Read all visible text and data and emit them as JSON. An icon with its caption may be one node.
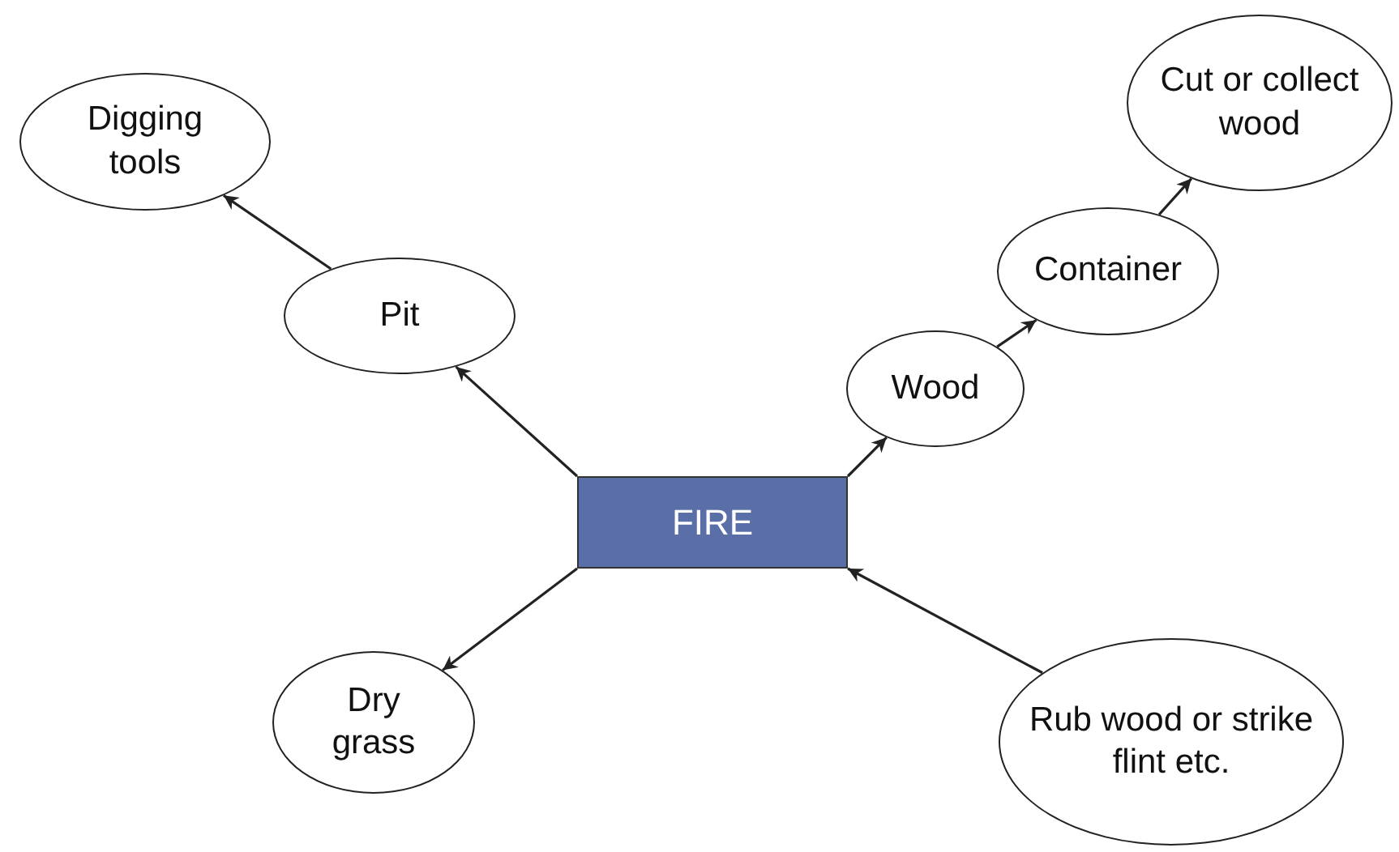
{
  "diagram": {
    "nodes": [
      {
        "text": [
          "Cut or collect wood"
        ]
      },
      {
        "text": [
          "Digging tools"
        ]
      },
      {
        "text": [
          "Container"
        ]
      },
      {
        "text": [
          "Pit"
        ]
      },
      {
        "text": [
          "Wood"
        ]
      },
      {
        "text": [
          "FIRE"
        ]
      },
      {
        "text": [
          "Dry grass"
        ]
      },
      {
        "text": [
          "Rub wood or strike flint etc."
        ]
      }
    ],
    "edges": [
      {
        "from": 5,
        "to": 3,
        "arrow": "to"
      },
      {
        "from": 3,
        "to": 1,
        "arrow": "to"
      },
      {
        "from": 5,
        "to": 4,
        "arrow": "to"
      },
      {
        "from": 4,
        "to": 2,
        "arrow": "to"
      },
      {
        "from": 2,
        "to": 0,
        "arrow": "to"
      },
      {
        "from": 5,
        "to": 6,
        "arrow": "to"
      },
      {
        "from": 7,
        "to": 5,
        "arrow": "to"
      }
    ]
  }
}
